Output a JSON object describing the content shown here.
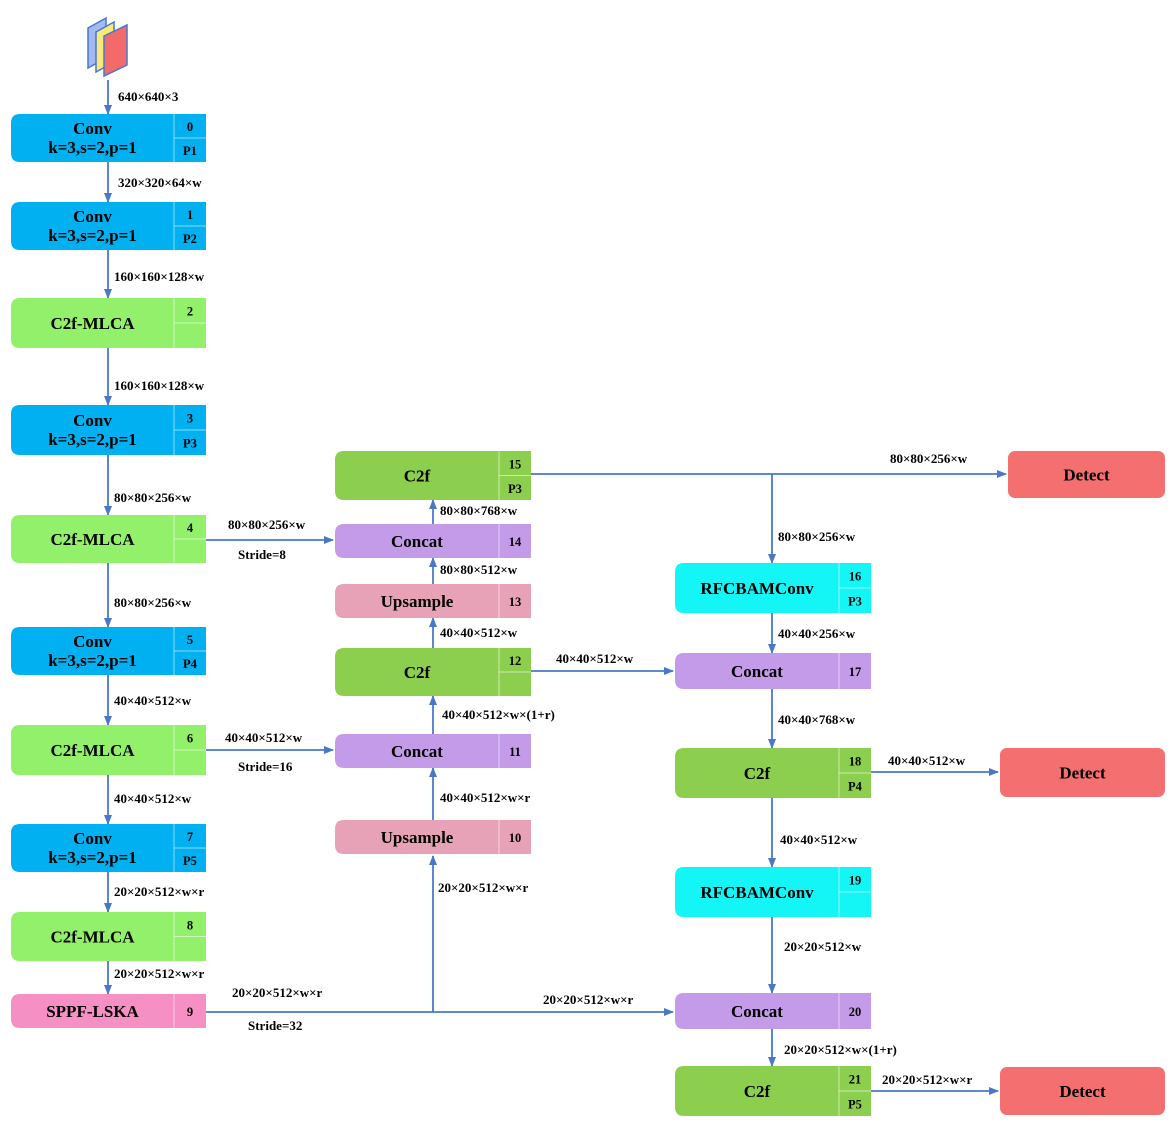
{
  "input_icon": "stacked-image-layers-icon",
  "colors": {
    "conv": "#00b0f0",
    "c2f_mlca": "#92f06a",
    "c2f": "#8ccf4f",
    "concat": "#c49be8",
    "upsample": "#e8a2b8",
    "sppf": "#f58fc4",
    "rfcbam": "#14f5f5",
    "detect": "#f47070",
    "arrow": "#4a78c8"
  },
  "blocks": {
    "b0": {
      "line1": "Conv",
      "line2": "k=3,s=2,p=1",
      "idx": "0",
      "tag": "P1"
    },
    "b1": {
      "line1": "Conv",
      "line2": "k=3,s=2,p=1",
      "idx": "1",
      "tag": "P2"
    },
    "b2": {
      "line1": "C2f-MLCA",
      "idx": "2"
    },
    "b3": {
      "line1": "Conv",
      "line2": "k=3,s=2,p=1",
      "idx": "3",
      "tag": "P3"
    },
    "b4": {
      "line1": "C2f-MLCA",
      "idx": "4"
    },
    "b5": {
      "line1": "Conv",
      "line2": "k=3,s=2,p=1",
      "idx": "5",
      "tag": "P4"
    },
    "b6": {
      "line1": "C2f-MLCA",
      "idx": "6"
    },
    "b7": {
      "line1": "Conv",
      "line2": "k=3,s=2,p=1",
      "idx": "7",
      "tag": "P5"
    },
    "b8": {
      "line1": "C2f-MLCA",
      "idx": "8"
    },
    "b9": {
      "line1": "SPPF-LSKA",
      "idx": "9"
    },
    "b10": {
      "line1": "Upsample",
      "idx": "10"
    },
    "b11": {
      "line1": "Concat",
      "idx": "11"
    },
    "b12": {
      "line1": "C2f",
      "idx": "12"
    },
    "b13": {
      "line1": "Upsample",
      "idx": "13"
    },
    "b14": {
      "line1": "Concat",
      "idx": "14"
    },
    "b15": {
      "line1": "C2f",
      "idx": "15",
      "tag": "P3"
    },
    "b16": {
      "line1": "RFCBAMConv",
      "idx": "16",
      "tag": "P3"
    },
    "b17": {
      "line1": "Concat",
      "idx": "17"
    },
    "b18": {
      "line1": "C2f",
      "idx": "18",
      "tag": "P4"
    },
    "b19": {
      "line1": "RFCBAMConv",
      "idx": "19"
    },
    "b20": {
      "line1": "Concat",
      "idx": "20"
    },
    "b21": {
      "line1": "C2f",
      "idx": "21",
      "tag": "P5"
    },
    "d1": {
      "line1": "Detect"
    },
    "d2": {
      "line1": "Detect"
    },
    "d3": {
      "line1": "Detect"
    }
  },
  "edge_labels": {
    "in_to_0": "640×640×3",
    "e0_1": "320×320×64×w",
    "e1_2": "160×160×128×w",
    "e2_3": "160×160×128×w",
    "e3_4": "80×80×256×w",
    "e4_5": "80×80×256×w",
    "e5_6": "40×40×512×w",
    "e6_7": "40×40×512×w",
    "e7_8": "20×20×512×w×r",
    "e8_9": "20×20×512×w×r",
    "e4_14": "80×80×256×w",
    "stride8": "Stride=8",
    "e6_11": "40×40×512×w",
    "stride16": "Stride=16",
    "e9_right": "20×20×512×w×r",
    "stride32": "Stride=32",
    "e9_10": "20×20×512×w×r",
    "e10_11": "40×40×512×w×r",
    "e11_12": "40×40×512×w×(1+r)",
    "e12_13": "40×40×512×w",
    "e13_14": "80×80×512×w",
    "e14_15": "80×80×768×w",
    "e15_d1": "80×80×256×w",
    "e15_16": "80×80×256×w",
    "e12_17": "40×40×512×w",
    "e16_17": "40×40×256×w",
    "e17_18": "40×40×768×w",
    "e18_d2": "40×40×512×w",
    "e18_19": "40×40×512×w",
    "e19_20": "20×20×512×w",
    "e9_20": "20×20×512×w×r",
    "e20_21": "20×20×512×w×(1+r)",
    "e21_d3": "20×20×512×w×r"
  }
}
